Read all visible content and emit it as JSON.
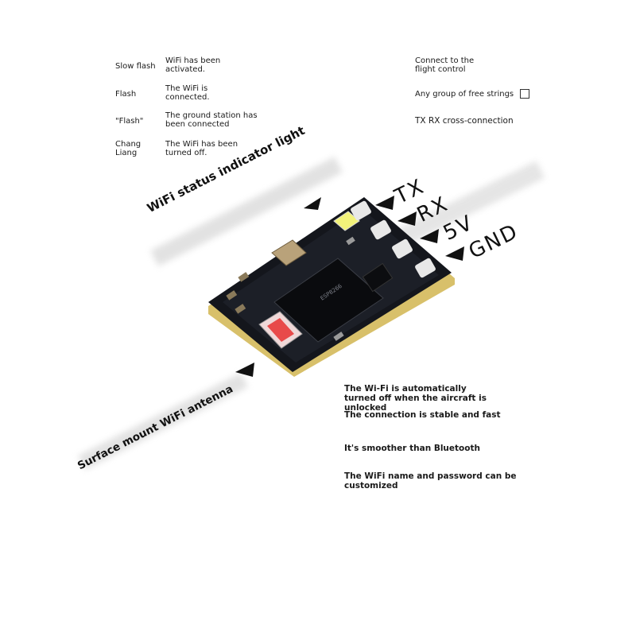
{
  "legend": [
    {
      "key": "Slow flash",
      "value": "WiFi has been activated."
    },
    {
      "key": "Flash",
      "value": "The WiFi is connected."
    },
    {
      "key": "\"Flash\"",
      "value": "The ground station has been connected"
    },
    {
      "key": "Chang Liang",
      "value": "The WiFi has been turned off."
    }
  ],
  "right_notes": {
    "connect": "Connect to the flight control",
    "free_strings": "Any group of free strings",
    "cross": "TX RX cross-connection"
  },
  "callouts": {
    "indicator": "WiFi status indicator light",
    "antenna": "Surface mount WiFi antenna"
  },
  "pins": [
    "TX",
    "RX",
    "5V",
    "GND"
  ],
  "features": [
    "The Wi-Fi is automatically turned off when the aircraft is unlocked",
    "The connection is stable and fast",
    "It's smoother than Bluetooth",
    "The WiFi name and password can be customized"
  ],
  "colors": {
    "pcb": "#14161c",
    "pad": "#e8e8e8",
    "led": "#f2f27a",
    "antenna": "#e84a4a",
    "pcb_edge": "#d8c06a"
  }
}
